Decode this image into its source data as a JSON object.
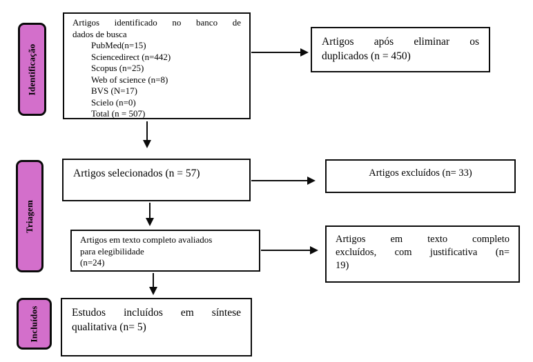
{
  "diagram": {
    "stages": [
      {
        "label": "Identificação"
      },
      {
        "label": "Triagem"
      },
      {
        "label": "Incluídos"
      }
    ],
    "boxes": {
      "identified": {
        "line1": "Artigos identificado no banco de",
        "line2": "dados de busca",
        "items": [
          "PubMed(n=15)",
          "Sciencedirect (n=442)",
          "Scopus (n=25)",
          "Web of science (n=8)",
          "BVS (N=17)",
          "Scielo (n=0)",
          "Total (n = 507)"
        ]
      },
      "deduplicated": {
        "line1": "Artigos após eliminar os",
        "line2": "duplicados (n = 450)"
      },
      "screened": {
        "text": "Artigos selecionados (n = 57)"
      },
      "excluded": {
        "text": "Artigos excluídos (n= 33)"
      },
      "fulltext_assessed": {
        "line1": "Artigos em texto completo avaliados",
        "line2": "para elegibilidade",
        "line3": "(n=24)"
      },
      "fulltext_excluded": {
        "line1": "Artigos em texto completo",
        "line2": "excluídos, com justificativa (n=",
        "line3": "19)"
      },
      "included": {
        "line1": "Estudos incluídos em síntese",
        "line2": "qualitativa (n= 5)"
      }
    },
    "colors": {
      "stage_fill": "#d36fcb",
      "border": "#000000",
      "box_fill": "#ffffff"
    }
  }
}
